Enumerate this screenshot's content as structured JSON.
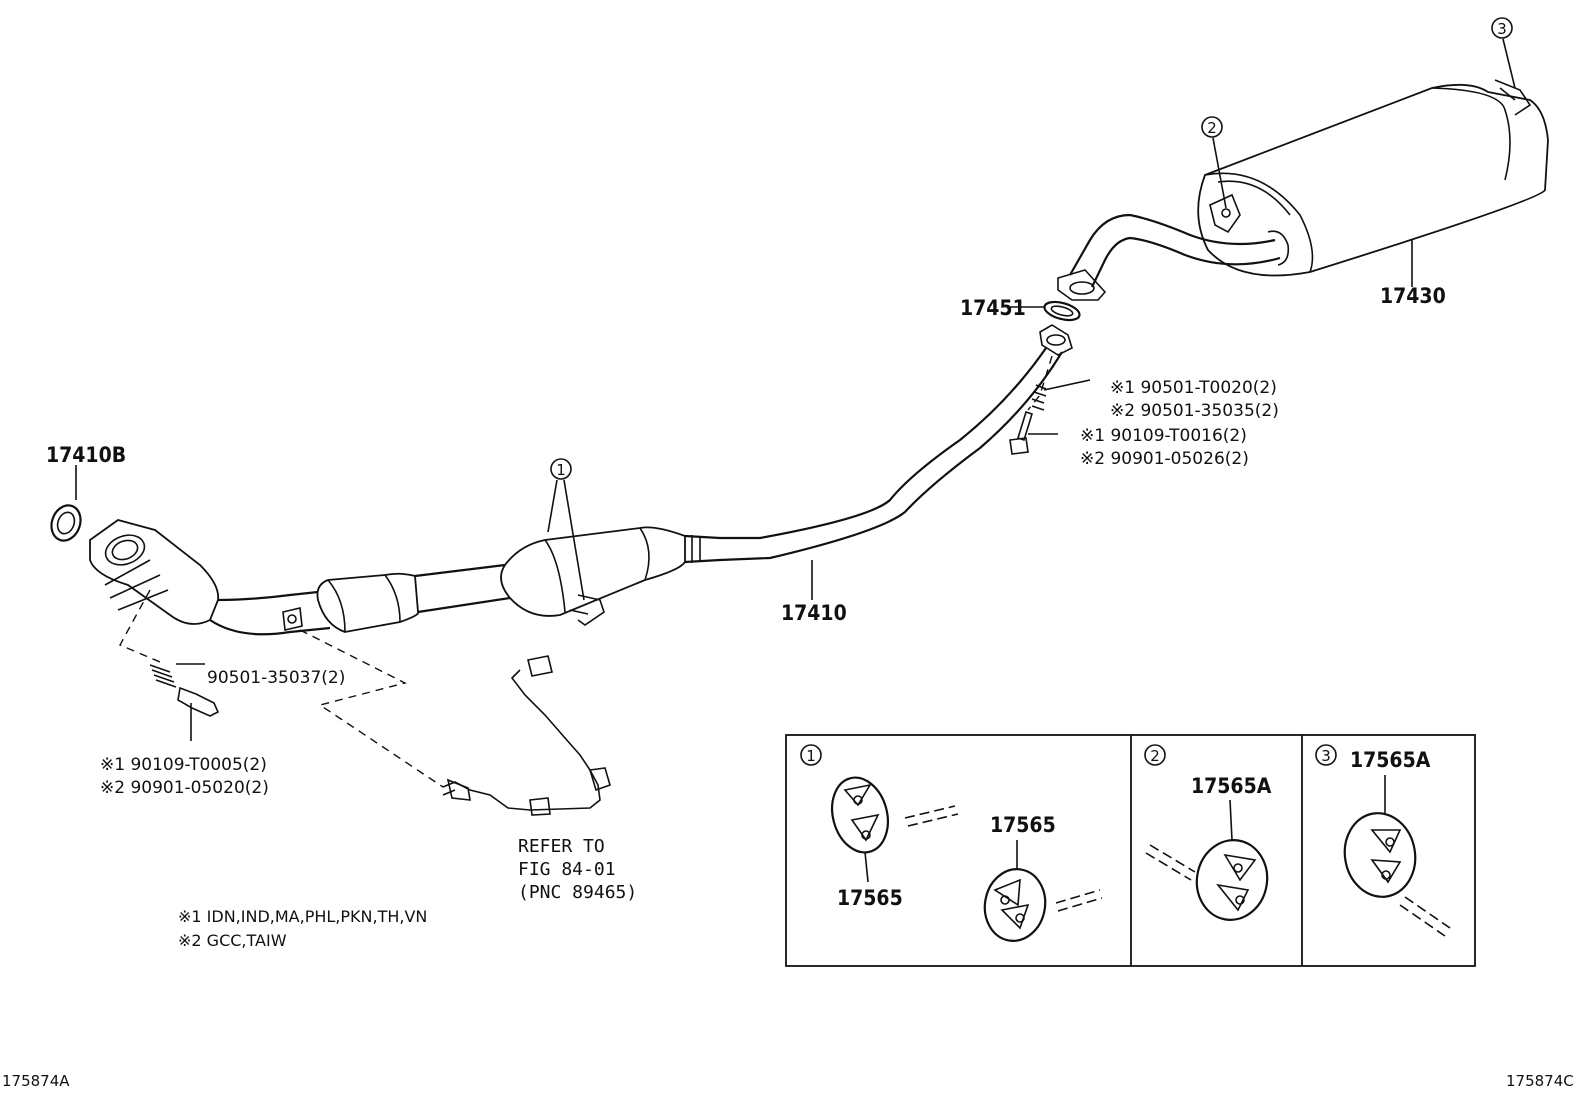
{
  "parts": {
    "p17410B": "17410B",
    "p17410": "17410",
    "p17451": "17451",
    "p17430": "17430",
    "p17565_top": "17565",
    "p17565_left": "17565",
    "p17565A_box2": "17565A",
    "p17565A_box3": "17565A"
  },
  "callouts": {
    "c1": "1",
    "c2": "2",
    "c3": "3",
    "box1": "1",
    "box2": "2",
    "box3": "3"
  },
  "fasteners": {
    "spring_front": "90501-35037(2)",
    "bolt_front_1": "※1 90109-T0005(2)",
    "bolt_front_2": "※2 90901-05020(2)",
    "spring_rear_1": "※1 90501-T0020(2)",
    "spring_rear_2": "※2 90501-35035(2)",
    "bolt_rear_1": "※1 90109-T0016(2)",
    "bolt_rear_2": "※2 90901-05026(2)"
  },
  "reference": {
    "line1": "REFER TO",
    "line2": "FIG 84-01",
    "line3": "(PNC 89465)"
  },
  "notes": {
    "note1": "※1  IDN,IND,MA,PHL,PKN,TH,VN",
    "note2": "※2  GCC,TAIW"
  },
  "codes": {
    "left": "175874A",
    "right": "175874C"
  }
}
